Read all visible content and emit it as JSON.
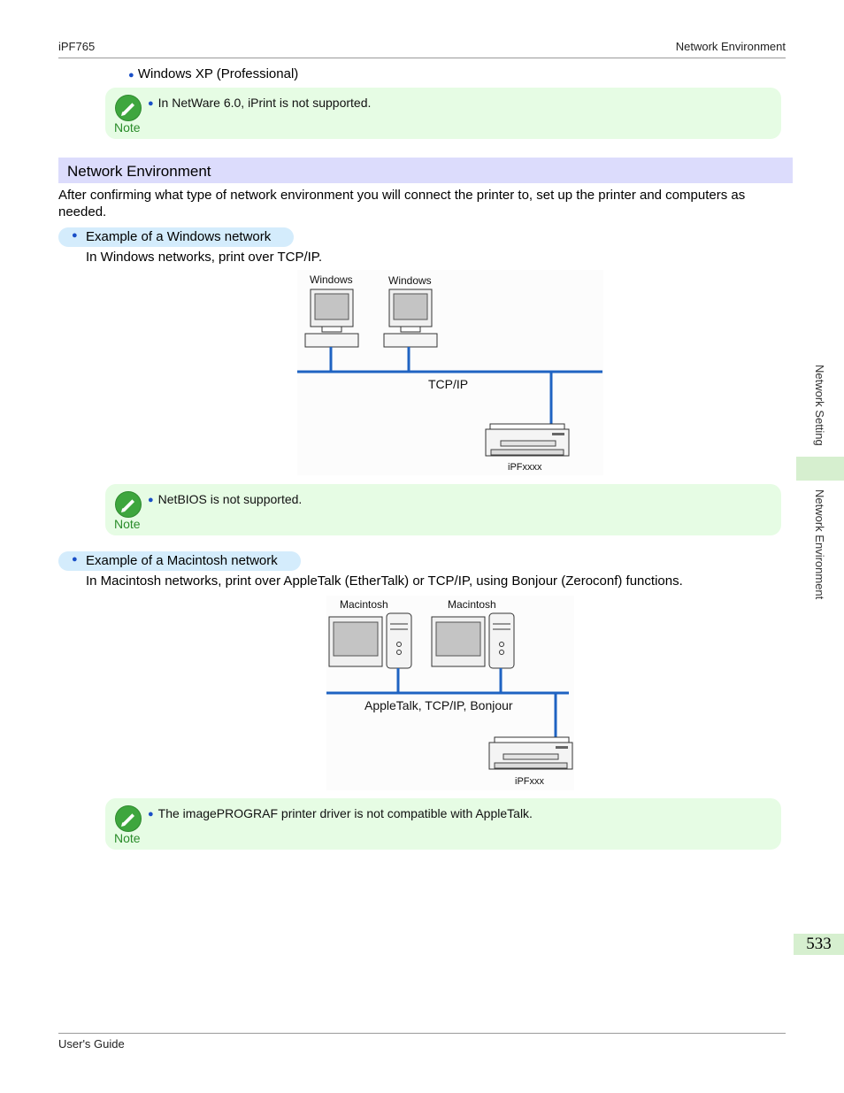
{
  "header": {
    "left": "iPF765",
    "right": "Network Environment"
  },
  "footer": {
    "left": "User's Guide"
  },
  "side_tabs": {
    "upper": "Network Setting",
    "lower": "Network Environment"
  },
  "page_number": "533",
  "top_bullet": "Windows XP (Professional)",
  "notes": [
    {
      "label": "Note",
      "text": "In NetWare 6.0, iPrint is not supported."
    },
    {
      "label": "Note",
      "text": "NetBIOS is not supported."
    },
    {
      "label": "Note",
      "text": "The imagePROGRAF printer driver is not compatible with AppleTalk."
    }
  ],
  "section": {
    "title": "Network Environment",
    "intro": "After confirming what type of network environment you will connect the printer to, set up the printer and computers as needed."
  },
  "windows_example": {
    "heading": "Example of a Windows network",
    "desc": "In Windows networks, print over TCP/IP.",
    "diagram": {
      "pc1": "Windows",
      "pc2": "Windows",
      "network": "TCP/IP",
      "printer": "iPFxxxx"
    }
  },
  "mac_example": {
    "heading": "Example of a Macintosh network",
    "desc": "In Macintosh networks, print over AppleTalk (EtherTalk) or TCP/IP, using Bonjour (Zeroconf) functions.",
    "diagram": {
      "pc1": "Macintosh",
      "pc2": "Macintosh",
      "network": "AppleTalk, TCP/IP, Bonjour",
      "printer": "iPFxxx"
    }
  },
  "colors": {
    "note_bg": "#e6fce4",
    "section_bg": "#dcdcfc",
    "pill_bg": "#d4ecfc",
    "network_line": "#1f63c2"
  }
}
